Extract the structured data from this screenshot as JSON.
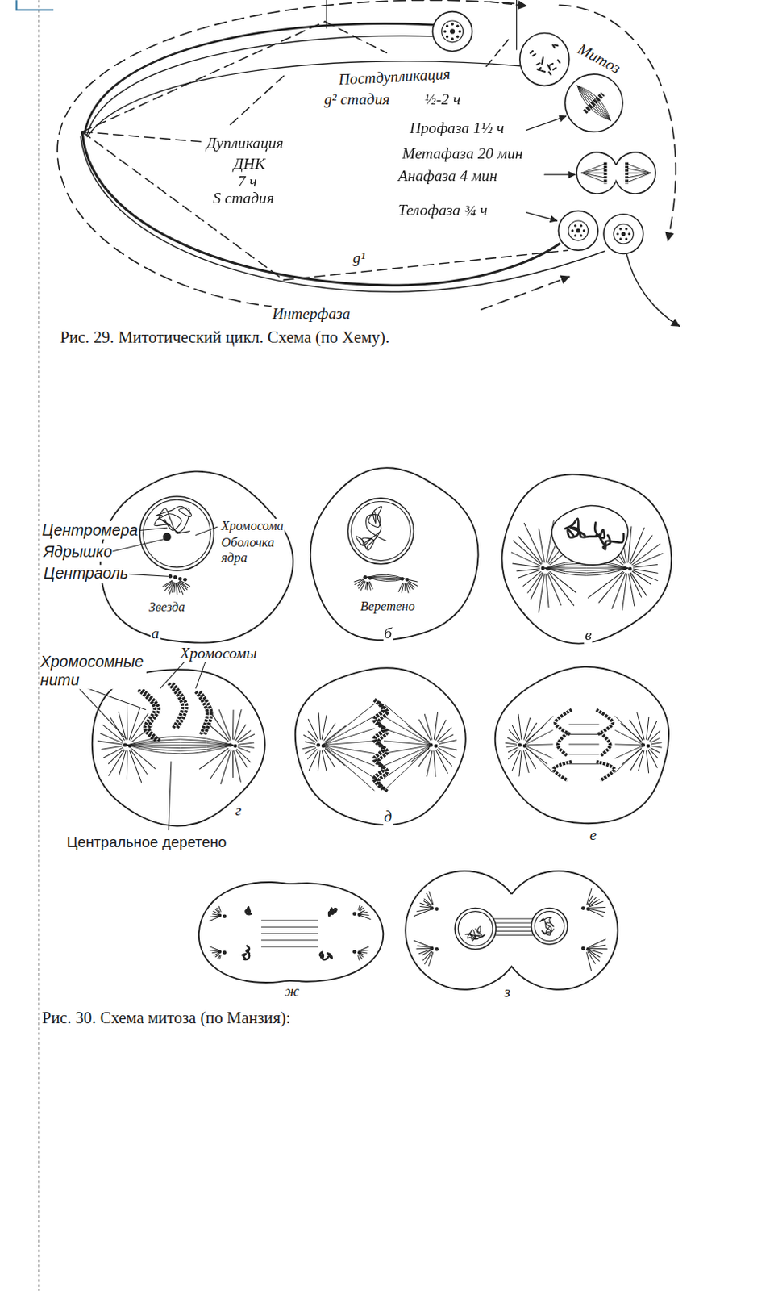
{
  "diagram": {
    "labels": [
      "Постдупликация",
      "g² стадия",
      "½-2 ч",
      "Профаза 1½ ч",
      "Метафаза 20 мин",
      "Анафаза 4 мин",
      "Телофаза ¾ ч",
      "Дупликация",
      "ДНК",
      "7 ч",
      "S стадия",
      "g¹",
      "Митоз",
      "Интерфаза",
      "Рис. 29. Митотический цикл. Схема (по Хему).",
      "Центромера",
      "Ядрышко",
      "Центраоль",
      "Хромосома",
      "Оболочка ядра",
      "Звезда",
      "а",
      "Веретено",
      "б",
      "в",
      "Хромосомные нити",
      "Хромосомы",
      "г",
      "д",
      "е",
      "Центральное деретено",
      "ж",
      "з",
      "Рис. 30. Схема митоза (по Манзия):"
    ]
  }
}
